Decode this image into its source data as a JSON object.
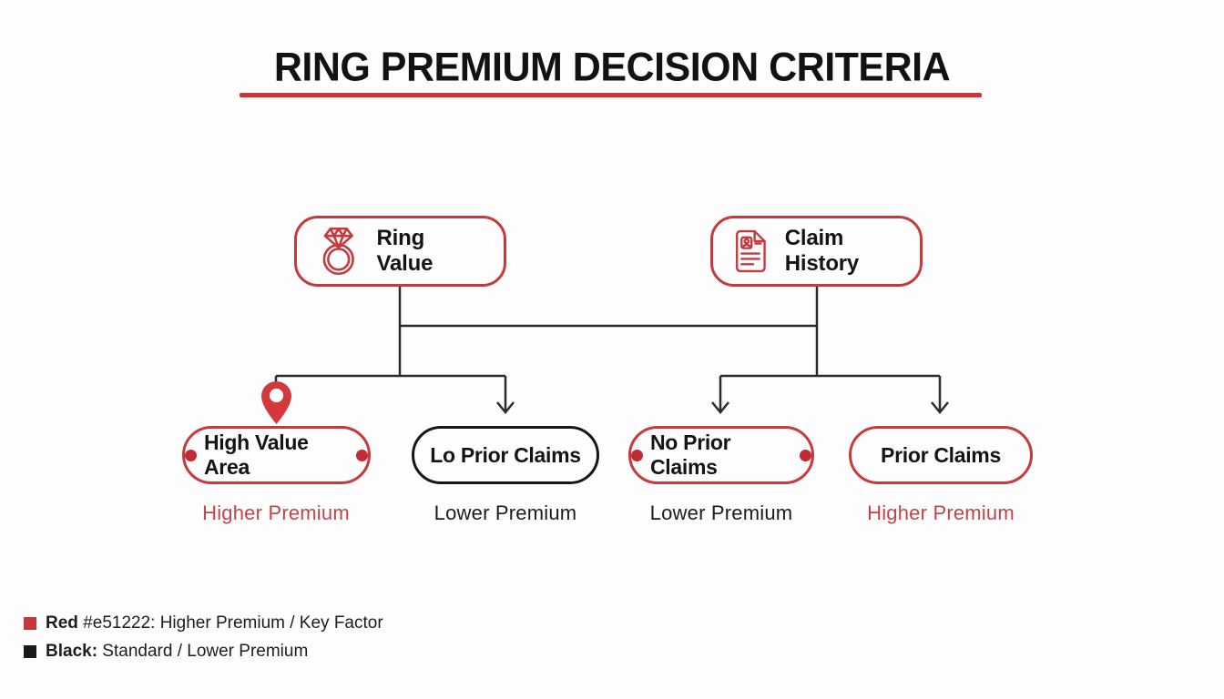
{
  "title": {
    "text": "RING PREMIUM DECISION CRITERIA"
  },
  "colors": {
    "stated_red": "#e51222",
    "rendered_red": "#c6393e",
    "line_black": "#2b2b2b",
    "background": "#fdfdfd"
  },
  "tree": {
    "factors": [
      {
        "label": "Ring Value",
        "icon": "ring-icon"
      },
      {
        "label": "Claim History",
        "icon": "claim-document-icon"
      }
    ],
    "outcomes": [
      {
        "label": "High Value Area",
        "border": "red",
        "dots": true,
        "marker": "location-pin-icon",
        "result": "Higher Premium",
        "result_color": "red"
      },
      {
        "label": "Lo Prior Claims",
        "border": "black",
        "dots": false,
        "result": "Lower Premium",
        "result_color": "black"
      },
      {
        "label": "No Prior Claims",
        "border": "red",
        "dots": true,
        "result": "Lower Premium",
        "result_color": "black"
      },
      {
        "label": "Prior Claims",
        "border": "red",
        "dots": false,
        "result": "Higher Premium",
        "result_color": "red"
      }
    ]
  },
  "legend": {
    "items": [
      {
        "lead": "Red",
        "rest": " #e51222: Higher Premium / Key Factor",
        "swatch": "#e51222"
      },
      {
        "lead": "Black:",
        "rest": " Standard / Lower Premium",
        "swatch": "#1a1a1a"
      }
    ]
  }
}
